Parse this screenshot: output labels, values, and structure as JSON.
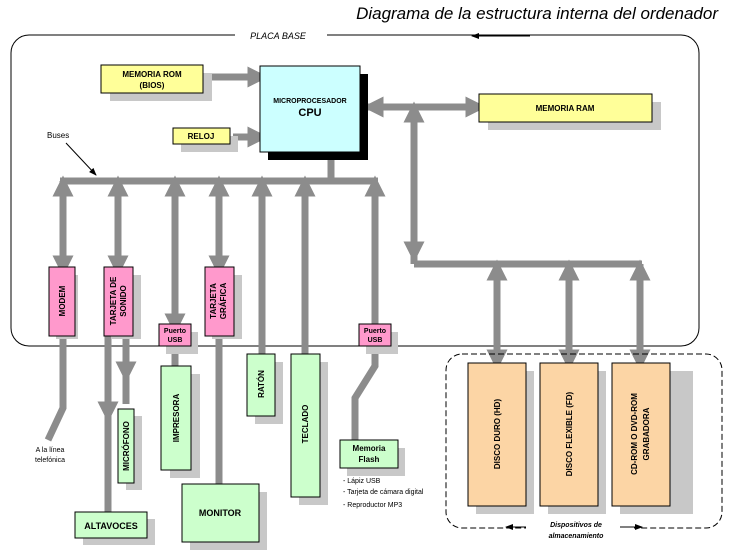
{
  "title": "Diagrama de la estructura interna del ordenador",
  "board_label": "PLACA BASE",
  "buses_label": "Buses",
  "cpu": {
    "line1": "MICROPROCESADOR",
    "line2": "CPU"
  },
  "rom": {
    "line1": "MEMORIA ROM",
    "line2": "(BIOS)"
  },
  "reloj": "RELOJ",
  "ram": "MEMORIA RAM",
  "cards": {
    "modem": "MODEM",
    "sonido_1": "TARJETA DE",
    "sonido_2": "SONIDO",
    "grafica_1": "TARJETA",
    "grafica_2": "GRÁFICA"
  },
  "puerto_usb_1": "Puerto",
  "puerto_usb_2": "USB",
  "peripherals": {
    "altavoces": "ALTAVOCES",
    "microfono": "MICRÓFONO",
    "impresora": "IMPRESORA",
    "monitor": "MONITOR",
    "raton": "RATÓN",
    "teclado": "TECLADO",
    "flash_1": "Memoria",
    "flash_2": "Flash"
  },
  "linea_1": "A la línea",
  "linea_2": "telefónica",
  "usb_devices": [
    "- Lápiz USB",
    "- Tarjeta de cámara digital",
    "- Reproductor MP3"
  ],
  "storage": {
    "hd": "DISCO DURO (HD)",
    "fd": "DISCO FLEXIBLE (FD)",
    "cd_1": "CD-ROM O DVD-ROM",
    "cd_2": "GRABADORA",
    "group_1": "Dispositivos de",
    "group_2": "almacenamiento"
  },
  "colors": {
    "bus": "#8c8c8c",
    "shadow": "#c8c8c8",
    "yellow": "#ffff99",
    "cyan": "#ccffff",
    "pink": "#ff99cc",
    "green": "#ccffcc",
    "orange": "#fcd5a5"
  }
}
